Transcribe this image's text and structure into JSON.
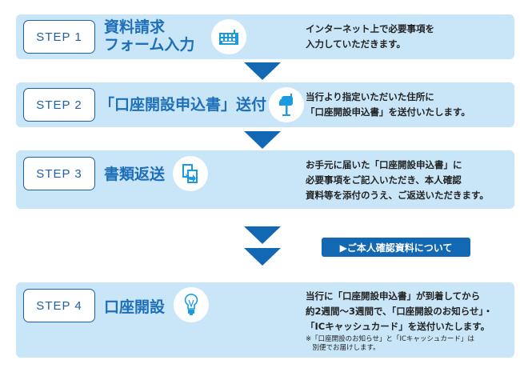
{
  "steps": [
    {
      "label": "STEP 1",
      "title_lines": [
        "資料請求",
        "フォーム入力"
      ],
      "icon": "keyboard-icon",
      "desc": [
        "インターネット上で必要事項を",
        "入力していただきます。"
      ]
    },
    {
      "label": "STEP 2",
      "title_lines": [
        "「口座開設申込書」送付"
      ],
      "icon": "mailbox-icon",
      "desc": [
        "当行より指定いただいた住所に",
        "「口座開設申込書」を送付いたします。"
      ]
    },
    {
      "label": "STEP 3",
      "title_lines": [
        "書類返送"
      ],
      "icon": "document-return-icon",
      "desc": [
        "お手元に届いた「口座開設申込書」に",
        "必要事項をご記入いただき、本人確認",
        "資料等を添付のうえ、ご返送いただきます。"
      ]
    },
    {
      "label": "STEP 4",
      "title_lines": [
        "口座開設"
      ],
      "icon": "lightbulb-icon",
      "desc": [
        "当行に「口座開設申込書」が到着してから",
        "約2週間～3週間で、「口座開設のお知らせ」・",
        "「ICキャッシュカード」を送付いたします。"
      ],
      "note": [
        "※「口座開設のお知らせ」と「ICキャッシュカード」は",
        "　別便でお届けします。"
      ]
    }
  ],
  "id_docs_button": "▶ご本人確認資料について",
  "colors": {
    "panel": "#c9e6f8",
    "accent": "#1268b3",
    "title": "#1f6fb8"
  }
}
